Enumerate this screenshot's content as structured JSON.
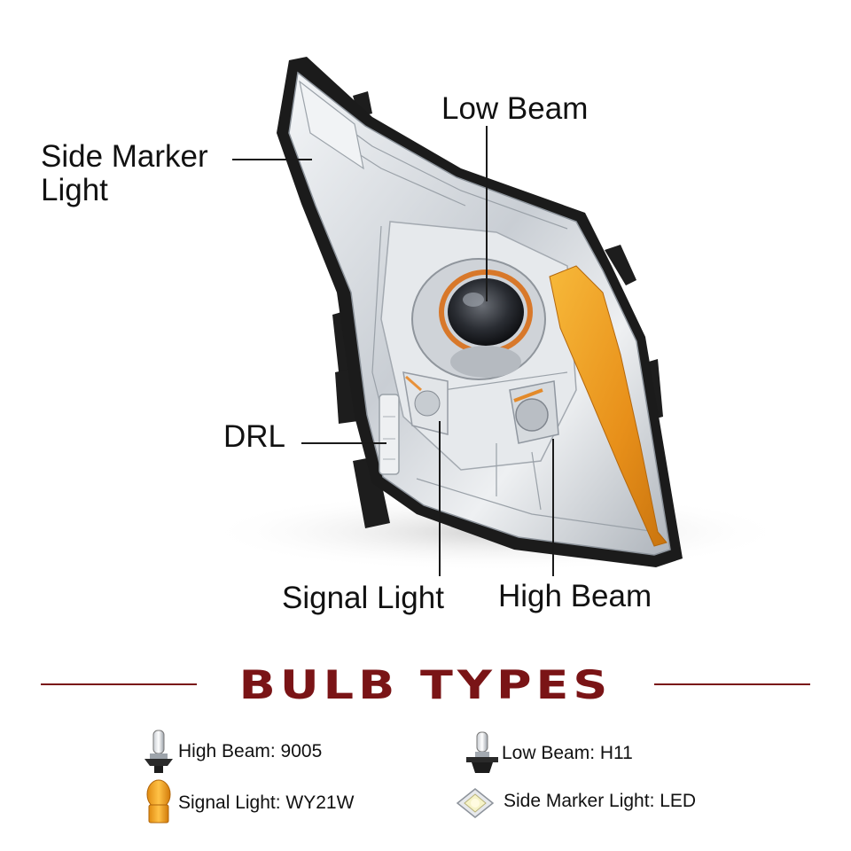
{
  "callouts": {
    "side_marker": "Side Marker Light",
    "low_beam": "Low Beam",
    "drl": "DRL",
    "signal_light": "Signal Light",
    "high_beam": "High Beam"
  },
  "bulb_types": {
    "title": "BULB TYPES",
    "title_color": "#7a1416",
    "items": [
      {
        "text": "High Beam: 9005",
        "icon": "halogen-9005-bulb-icon"
      },
      {
        "text": "Low Beam: H11",
        "icon": "halogen-h11-bulb-icon"
      },
      {
        "text": "Signal Light: WY21W",
        "icon": "amber-wedge-bulb-icon"
      },
      {
        "text": "Side Marker Light: LED",
        "icon": "led-chip-icon"
      }
    ]
  },
  "colors": {
    "amber_reflector": "#f0a020",
    "chrome": "#d9dde2",
    "housing": "#1b1b1b"
  }
}
